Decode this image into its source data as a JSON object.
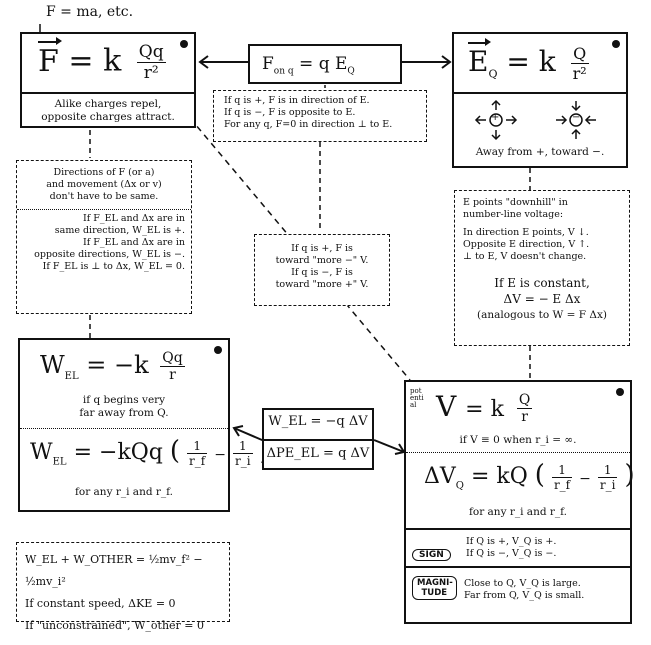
{
  "top_note": "F = ma, etc.",
  "force_box": {
    "formula_lhs": "F",
    "formula_k": "k",
    "formula_num": "Qq",
    "formula_den": "r²",
    "caption_1": "Alike charges repel,",
    "caption_2": "opposite charges attract."
  },
  "center_link": {
    "formula": "F on q = q E Q",
    "formula_lhs": "F",
    "formula_sub": "on q",
    "formula_rhs": "= q E",
    "formula_rhs_sub": "Q"
  },
  "field_box": {
    "formula_lhs": "E",
    "formula_sub": "Q",
    "formula_k": "k",
    "formula_num": "Q",
    "formula_den": "r²",
    "caption": "Away from +, toward −.",
    "plus_symbol": "+",
    "minus_symbol": "−"
  },
  "direction_note": {
    "line_1": "If q is +, F is in direction of E.",
    "line_2": "If q is −, F is opposite to E.",
    "line_3": "For any q, F=0 in direction ⊥ to E."
  },
  "work_direction_box": {
    "line_1": "Directions of F (or a)",
    "line_2": "and movement (Δx or v)",
    "line_3": "don't have to be same.",
    "line_4": "If F_EL and Δx are in",
    "line_5": "same direction, W_EL is +.",
    "line_6": "If F_EL and Δx are in",
    "line_7": "opposite directions, W_EL is −.",
    "line_8": "If F_EL is ⊥ to Δx, W_EL = 0."
  },
  "voltage_note": {
    "line_1": "If q is +, F is",
    "line_2": "toward \"more −\" V.",
    "line_3": "If q is −, F is",
    "line_4": "toward \"more +\" V."
  },
  "downhill_box": {
    "line_1": "E points \"downhill\" in",
    "line_2": "number-line voltage:",
    "line_3": "In direction E points, V ↓.",
    "line_4": "Opposite E direction, V ↑.",
    "line_5": "⊥ to E, V doesn't change.",
    "line_6": "If E is constant,",
    "line_7": "ΔV = − E Δx",
    "line_8": "(analogous to W = F Δx)"
  },
  "work_box": {
    "formula_1_lhs": "W",
    "formula_1_sub": "EL",
    "formula_1_rhs": "= −k",
    "formula_1_num": "Qq",
    "formula_1_den": "r",
    "caption_1": "if q begins very",
    "caption_2": "far away from Q.",
    "formula_2_lhs": "W",
    "formula_2_sub": "EL",
    "formula_2_rhs": "= −kQq",
    "formula_2_a": "1",
    "formula_2_ad": "r_f",
    "formula_2_b": "1",
    "formula_2_bd": "r_i",
    "caption_3": "for any r_i and r_f."
  },
  "middle_link": {
    "formula_1": "W_EL = −q ΔV",
    "formula_2": "ΔPE_EL = q ΔV"
  },
  "potential_box": {
    "side_label": "potential",
    "formula_1_lhs": "V",
    "formula_1_rhs": "= k",
    "formula_1_num": "Q",
    "formula_1_den": "r",
    "caption_1": "if V ≡ 0 when r_i = ∞.",
    "formula_2_lhs": "ΔV",
    "formula_2_sub": "Q",
    "formula_2_rhs": "= kQ",
    "formula_2_a": "1",
    "formula_2_ad": "r_f",
    "formula_2_b": "1",
    "formula_2_bd": "r_i",
    "caption_2": "for any r_i and r_f.",
    "sign_tag": "SIGN",
    "sign_1": "If Q is +, V_Q is +.",
    "sign_2": "If Q is −, V_Q is −.",
    "magnitude_tag": "MAGNI-TUDE",
    "magnitude_1": "Close to Q, V_Q is large.",
    "magnitude_2": "Far from Q, V_Q is small."
  },
  "energy_box": {
    "line_1": "W_EL + W_OTHER = ½mv_f² − ½mv_i²",
    "line_2": "If constant speed, ΔKE = 0",
    "line_3": "If \"unconstrained\", W_other = 0"
  }
}
